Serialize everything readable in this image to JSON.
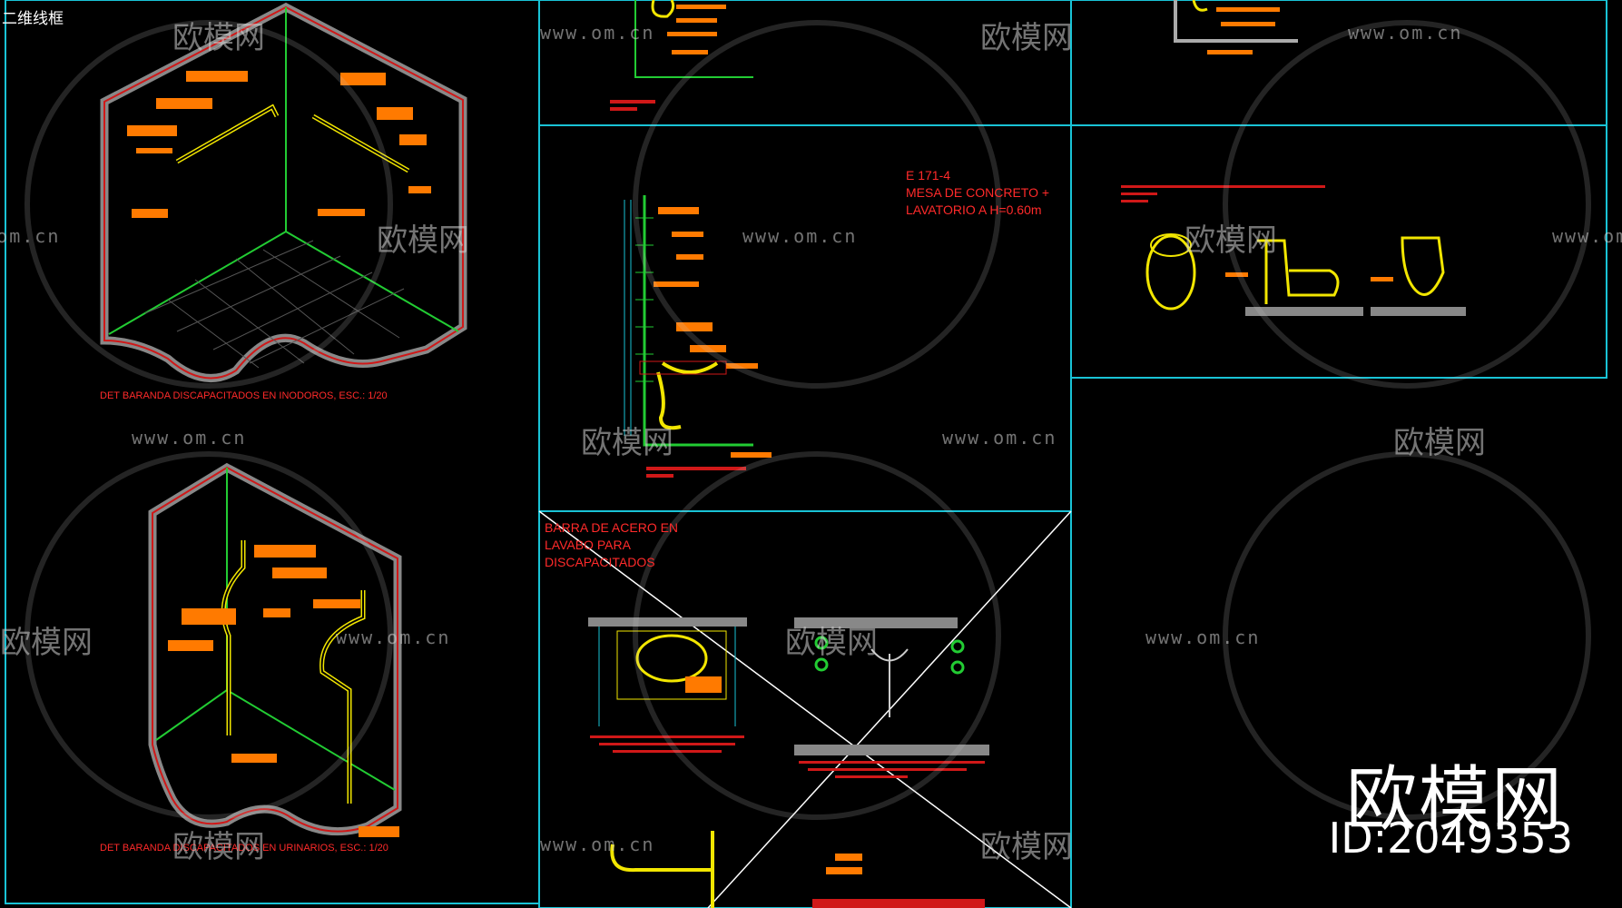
{
  "corner_label": "二维线框",
  "notes": {
    "e171": "E 171-4\nMESA DE CONCRETO +\nLAVATORIO A H=0.60m",
    "barra": "BARRA DE ACERO EN\nLAVABO PARA\nDISCAPACITADOS"
  },
  "captions": {
    "inodoros": "DET BARANDA DISCAPACITADOS EN INODOROS, ESC.: 1/20",
    "urinarios": "DET BARANDA DISCAPACITADOS EN URINARIOS, ESC.: 1/20"
  },
  "watermark": {
    "site": "www.om.cn",
    "brand": "欧模网",
    "logo": "欧模网",
    "id": "ID:2049353"
  },
  "colors": {
    "background": "#000000",
    "frame": "#19c3d6",
    "annotation": "#ff2a2a",
    "tag": "#ff7a00",
    "fixture": "#f2e600",
    "guide": "#22cc33",
    "watermark": "#cccccc"
  }
}
